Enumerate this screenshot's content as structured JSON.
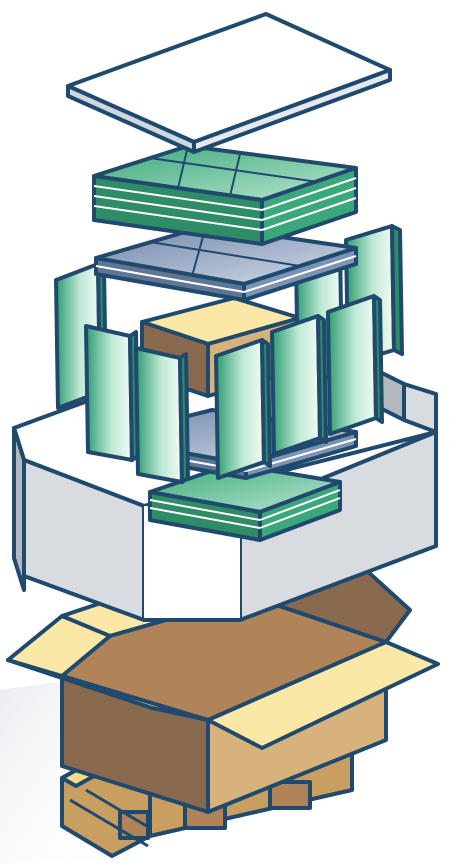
{
  "illustration": {
    "subject": "exploded-packaging-assembly",
    "layers_top_to_bottom": [
      "top-cover-sheet",
      "upper-green-panel-stack",
      "upper-blue-panel-stack",
      "left-vertical-green-panels",
      "center-product-box",
      "right-vertical-green-panels",
      "lower-blue-panel-stack",
      "lower-green-panel-stack",
      "grey-perimeter-frame",
      "open-cardboard-box",
      "wooden-pallet"
    ]
  },
  "colors": {
    "outline": "#1f4a6e",
    "cover_fill": "#ffffff",
    "cover_edge": "#cfd7df",
    "green_top": "#3aa87a",
    "green_light": "#d9f2e6",
    "green_side": "#2e8d66",
    "blue_top": "#7d93b3",
    "blue_light": "#c9d4e4",
    "blue_side": "#5f7594",
    "frame_light": "#d8dbe0",
    "frame_dark": "#b4b9c1",
    "frame_inner": "#ffffff",
    "box_light": "#fbe8a7",
    "box_mid": "#d8b27c",
    "box_dark": "#b08358",
    "box_side": "#8a6a4e",
    "pallet_top": "#f8dc8a",
    "pallet_front": "#c99e61",
    "shadow": "#eef0f3"
  }
}
